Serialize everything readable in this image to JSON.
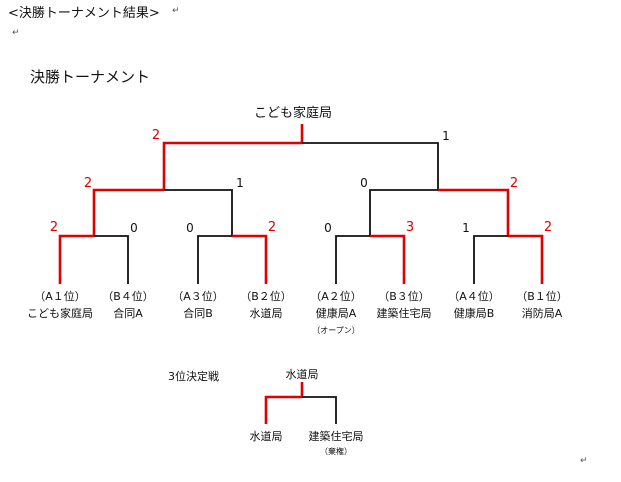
{
  "header": {
    "text": "<決勝トーナメント結果>",
    "return_mark": "↵"
  },
  "title": "決勝トーナメント",
  "champion": "こども家庭局",
  "scores": {
    "final_left": "2",
    "final_right": "1",
    "semi_left_left": "2",
    "semi_left_right": "1",
    "semi_right_left": "0",
    "semi_right_right": "2",
    "q1_left": "2",
    "q1_right": "0",
    "q2_left": "0",
    "q2_right": "2",
    "q3_left": "0",
    "q3_right": "3",
    "q4_left": "1",
    "q4_right": "2"
  },
  "teams": [
    {
      "rank": "（A１位）",
      "name": "こども家庭局"
    },
    {
      "rank": "（B４位）",
      "name": "合同A"
    },
    {
      "rank": "（A３位）",
      "name": "合同B"
    },
    {
      "rank": "（B２位）",
      "name": "水道局"
    },
    {
      "rank": "（A２位）",
      "name": "健康局A",
      "note": "（オープン）"
    },
    {
      "rank": "（B３位）",
      "name": "建築住宅局"
    },
    {
      "rank": "（A４位）",
      "name": "健康局B"
    },
    {
      "rank": "（B１位）",
      "name": "消防局A"
    }
  ],
  "third_place": {
    "label": "3位決定戦",
    "winner": "水道局",
    "left": "水道局",
    "right": "建築住宅局",
    "right_note": "（棄権）"
  },
  "colors": {
    "win": "#e00000",
    "lose": "#111111"
  }
}
